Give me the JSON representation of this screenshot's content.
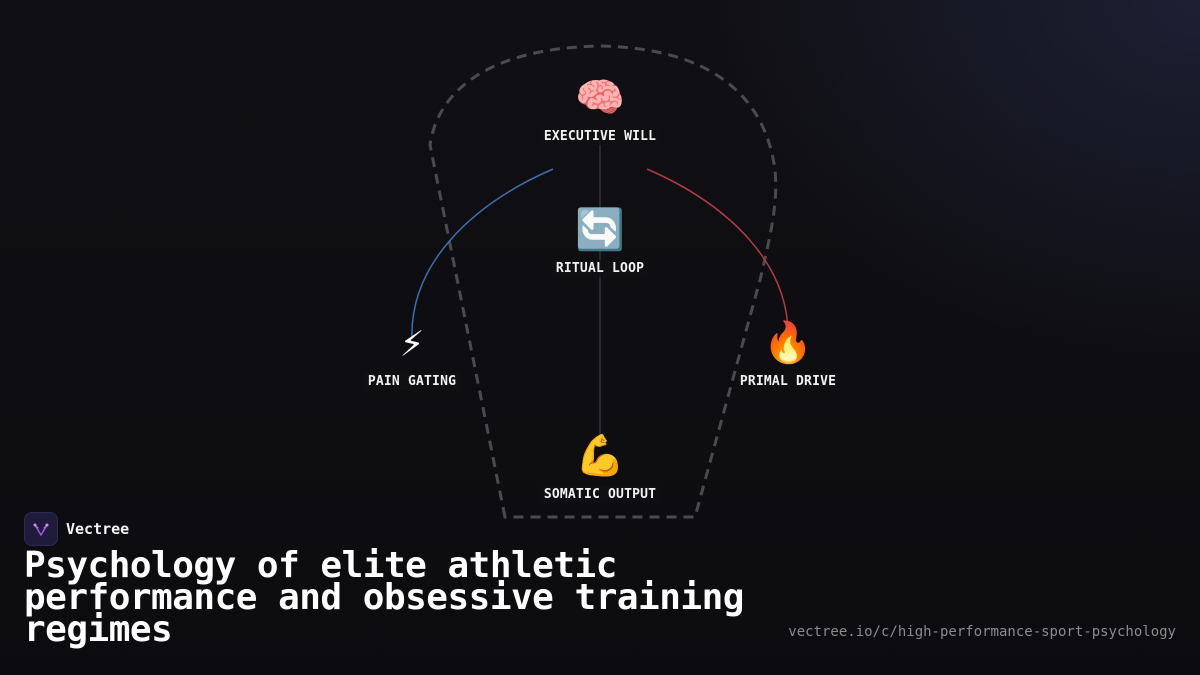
{
  "diagram": {
    "nodes": [
      {
        "id": "executive-will",
        "icon": "brain-icon",
        "emoji": "🧠",
        "label": "EXECUTIVE WILL"
      },
      {
        "id": "ritual-loop",
        "icon": "loop-arrows-icon",
        "emoji": "🔄",
        "label": "RITUAL LOOP"
      },
      {
        "id": "pain-gating",
        "icon": "lightning-icon",
        "emoji": "⚡",
        "label": "PAIN GATING"
      },
      {
        "id": "primal-drive",
        "icon": "fire-icon",
        "emoji": "🔥",
        "label": "PRIMAL DRIVE"
      },
      {
        "id": "somatic-output",
        "icon": "flexed-biceps-icon",
        "emoji": "💪",
        "label": "SOMATIC OUTPUT"
      }
    ],
    "edges": [
      {
        "from": "executive-will",
        "to": "pain-gating",
        "color": "#3b6fb0"
      },
      {
        "from": "executive-will",
        "to": "primal-drive",
        "color": "#b33a44"
      },
      {
        "from": "executive-will",
        "to": "somatic-output",
        "color": "#3a3a42"
      }
    ],
    "boundary_color": "#4a4a50"
  },
  "brand": {
    "name": "Vectree",
    "logo_icon": "vectree-logo-icon",
    "accent": "#a34fe0"
  },
  "title": "Psychology of elite athletic performance and obsessive training regimes",
  "url": "vectree.io/c/high-performance-sport-psychology"
}
